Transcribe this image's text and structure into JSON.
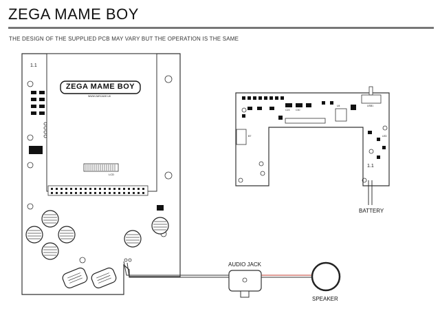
{
  "header": {
    "title": "ZEGA MAME BOY",
    "subtitle": "THE DESIGN OF THE SUPPLIED PCB MAY VARY BUT THE OPERATION IS THE SAME"
  },
  "main_pcb": {
    "version_label": "1.1",
    "screen_brand": "ZEGA MAME BOY",
    "screen_url": "WWW.ZARCADE.UK",
    "lcd_label": "LCD"
  },
  "secondary_pcb": {
    "version_label": "1.1",
    "usb_label": "USB1",
    "component_labels": [
      "BT",
      "C23",
      "C30",
      "U4",
      "LED"
    ]
  },
  "callouts": {
    "battery": "BATTERY",
    "audio_jack": "AUDIO JACK",
    "speaker": "SPEAKER"
  },
  "colors": {
    "title_rule": "#777777",
    "outline": "#333333",
    "audio_wire": "#c0392b",
    "battery_wire": "#c0392b"
  }
}
